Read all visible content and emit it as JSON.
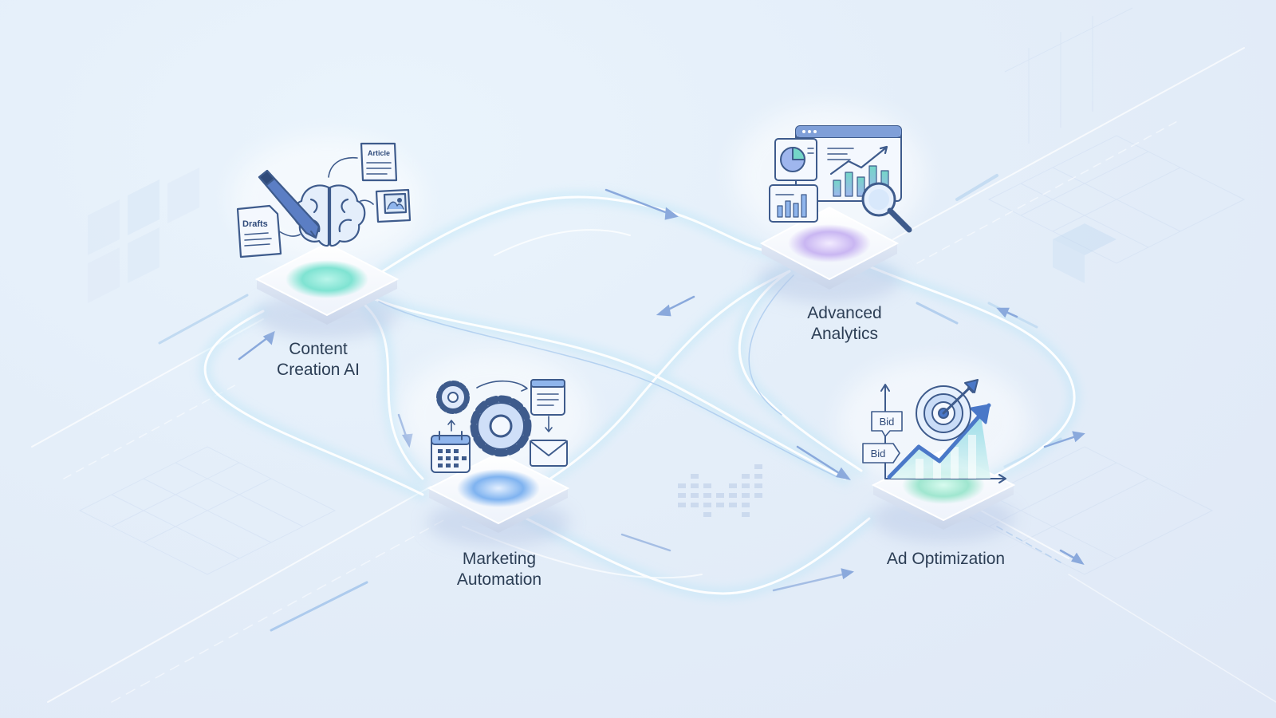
{
  "nodes": {
    "content": {
      "label": "Content\nCreation AI",
      "doc_article": "Article",
      "doc_drafts": "Drafts",
      "glow": "#7fe3d2"
    },
    "analytics": {
      "label": "Advanced\nAnalytics",
      "glow": "#c9b6f2"
    },
    "marketing": {
      "label": "Marketing\nAutomation",
      "glow": "#7fb3f0"
    },
    "ads": {
      "label": "Ad Optimization",
      "bid_1": "Bid",
      "bid_2": "Bid",
      "glow": "#9fe6cf"
    }
  },
  "colors": {
    "icon_stroke": "#3e5b8c",
    "icon_fill": "#eef4fc",
    "accent_teal": "#74d6c8",
    "accent_blue": "#8fb5ec",
    "flow_line": "#ffffff",
    "flow_glow": "#bfe6f7",
    "arrow": "#8aa9dc",
    "label": "#2c3e55"
  },
  "icons": [
    "pen-icon",
    "brain-icon",
    "document-icon",
    "image-icon",
    "browser-window-icon",
    "pie-chart-icon",
    "bar-chart-icon",
    "magnifier-icon",
    "gear-icon",
    "calendar-icon",
    "envelope-icon",
    "target-icon",
    "growth-arrow-icon"
  ]
}
